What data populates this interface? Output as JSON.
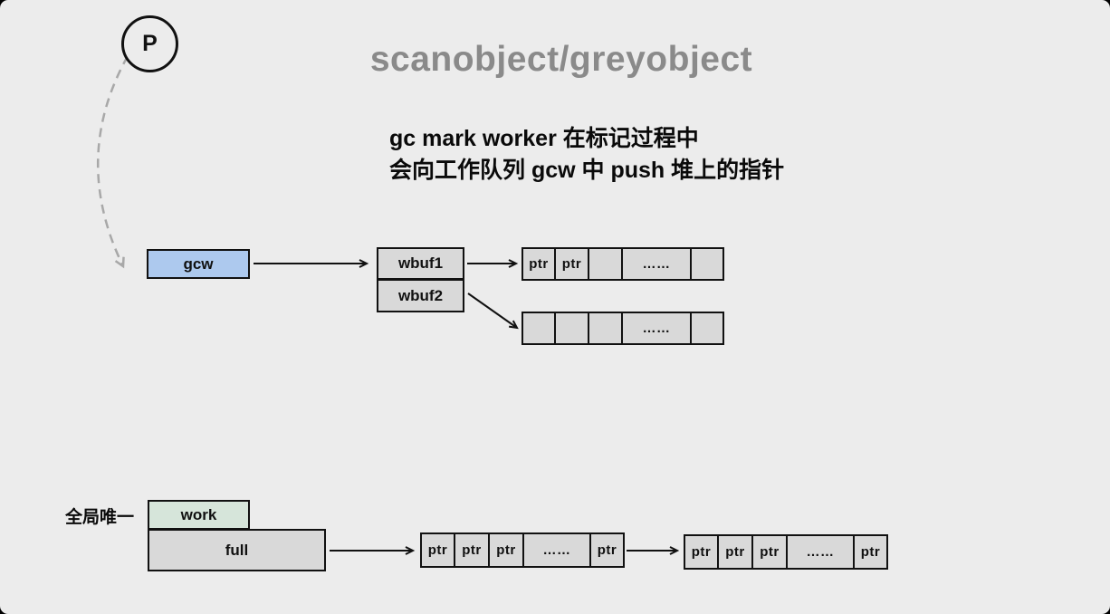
{
  "slide": {
    "title": "scanobject/greyobject",
    "subtitle_line1": "gc mark worker 在标记过程中",
    "subtitle_line2": "会向工作队列 gcw 中 push 堆上的指针"
  },
  "nodes": {
    "p": "P",
    "gcw": "gcw",
    "wbuf1": "wbuf1",
    "wbuf2": "wbuf2",
    "work": "work",
    "full": "full"
  },
  "labels": {
    "global_unique": "全局唯一"
  },
  "arrays": {
    "wbuf1_cells": [
      "ptr",
      "ptr",
      "",
      "……",
      ""
    ],
    "wbuf2_cells": [
      "",
      "",
      "",
      "……",
      ""
    ],
    "full_chain_1": [
      "ptr",
      "ptr",
      "ptr",
      "……",
      "ptr"
    ],
    "full_chain_2": [
      "ptr",
      "ptr",
      "ptr",
      "……",
      "ptr"
    ]
  },
  "colors": {
    "background": "#ececec",
    "cell_fill": "#d9d9d9",
    "gcw_fill": "#adc9ee",
    "work_fill": "#d6e5da",
    "title_grey": "#8a8a8a",
    "dashed_arrow_grey": "#a8a8a8",
    "line_black": "#111111"
  }
}
